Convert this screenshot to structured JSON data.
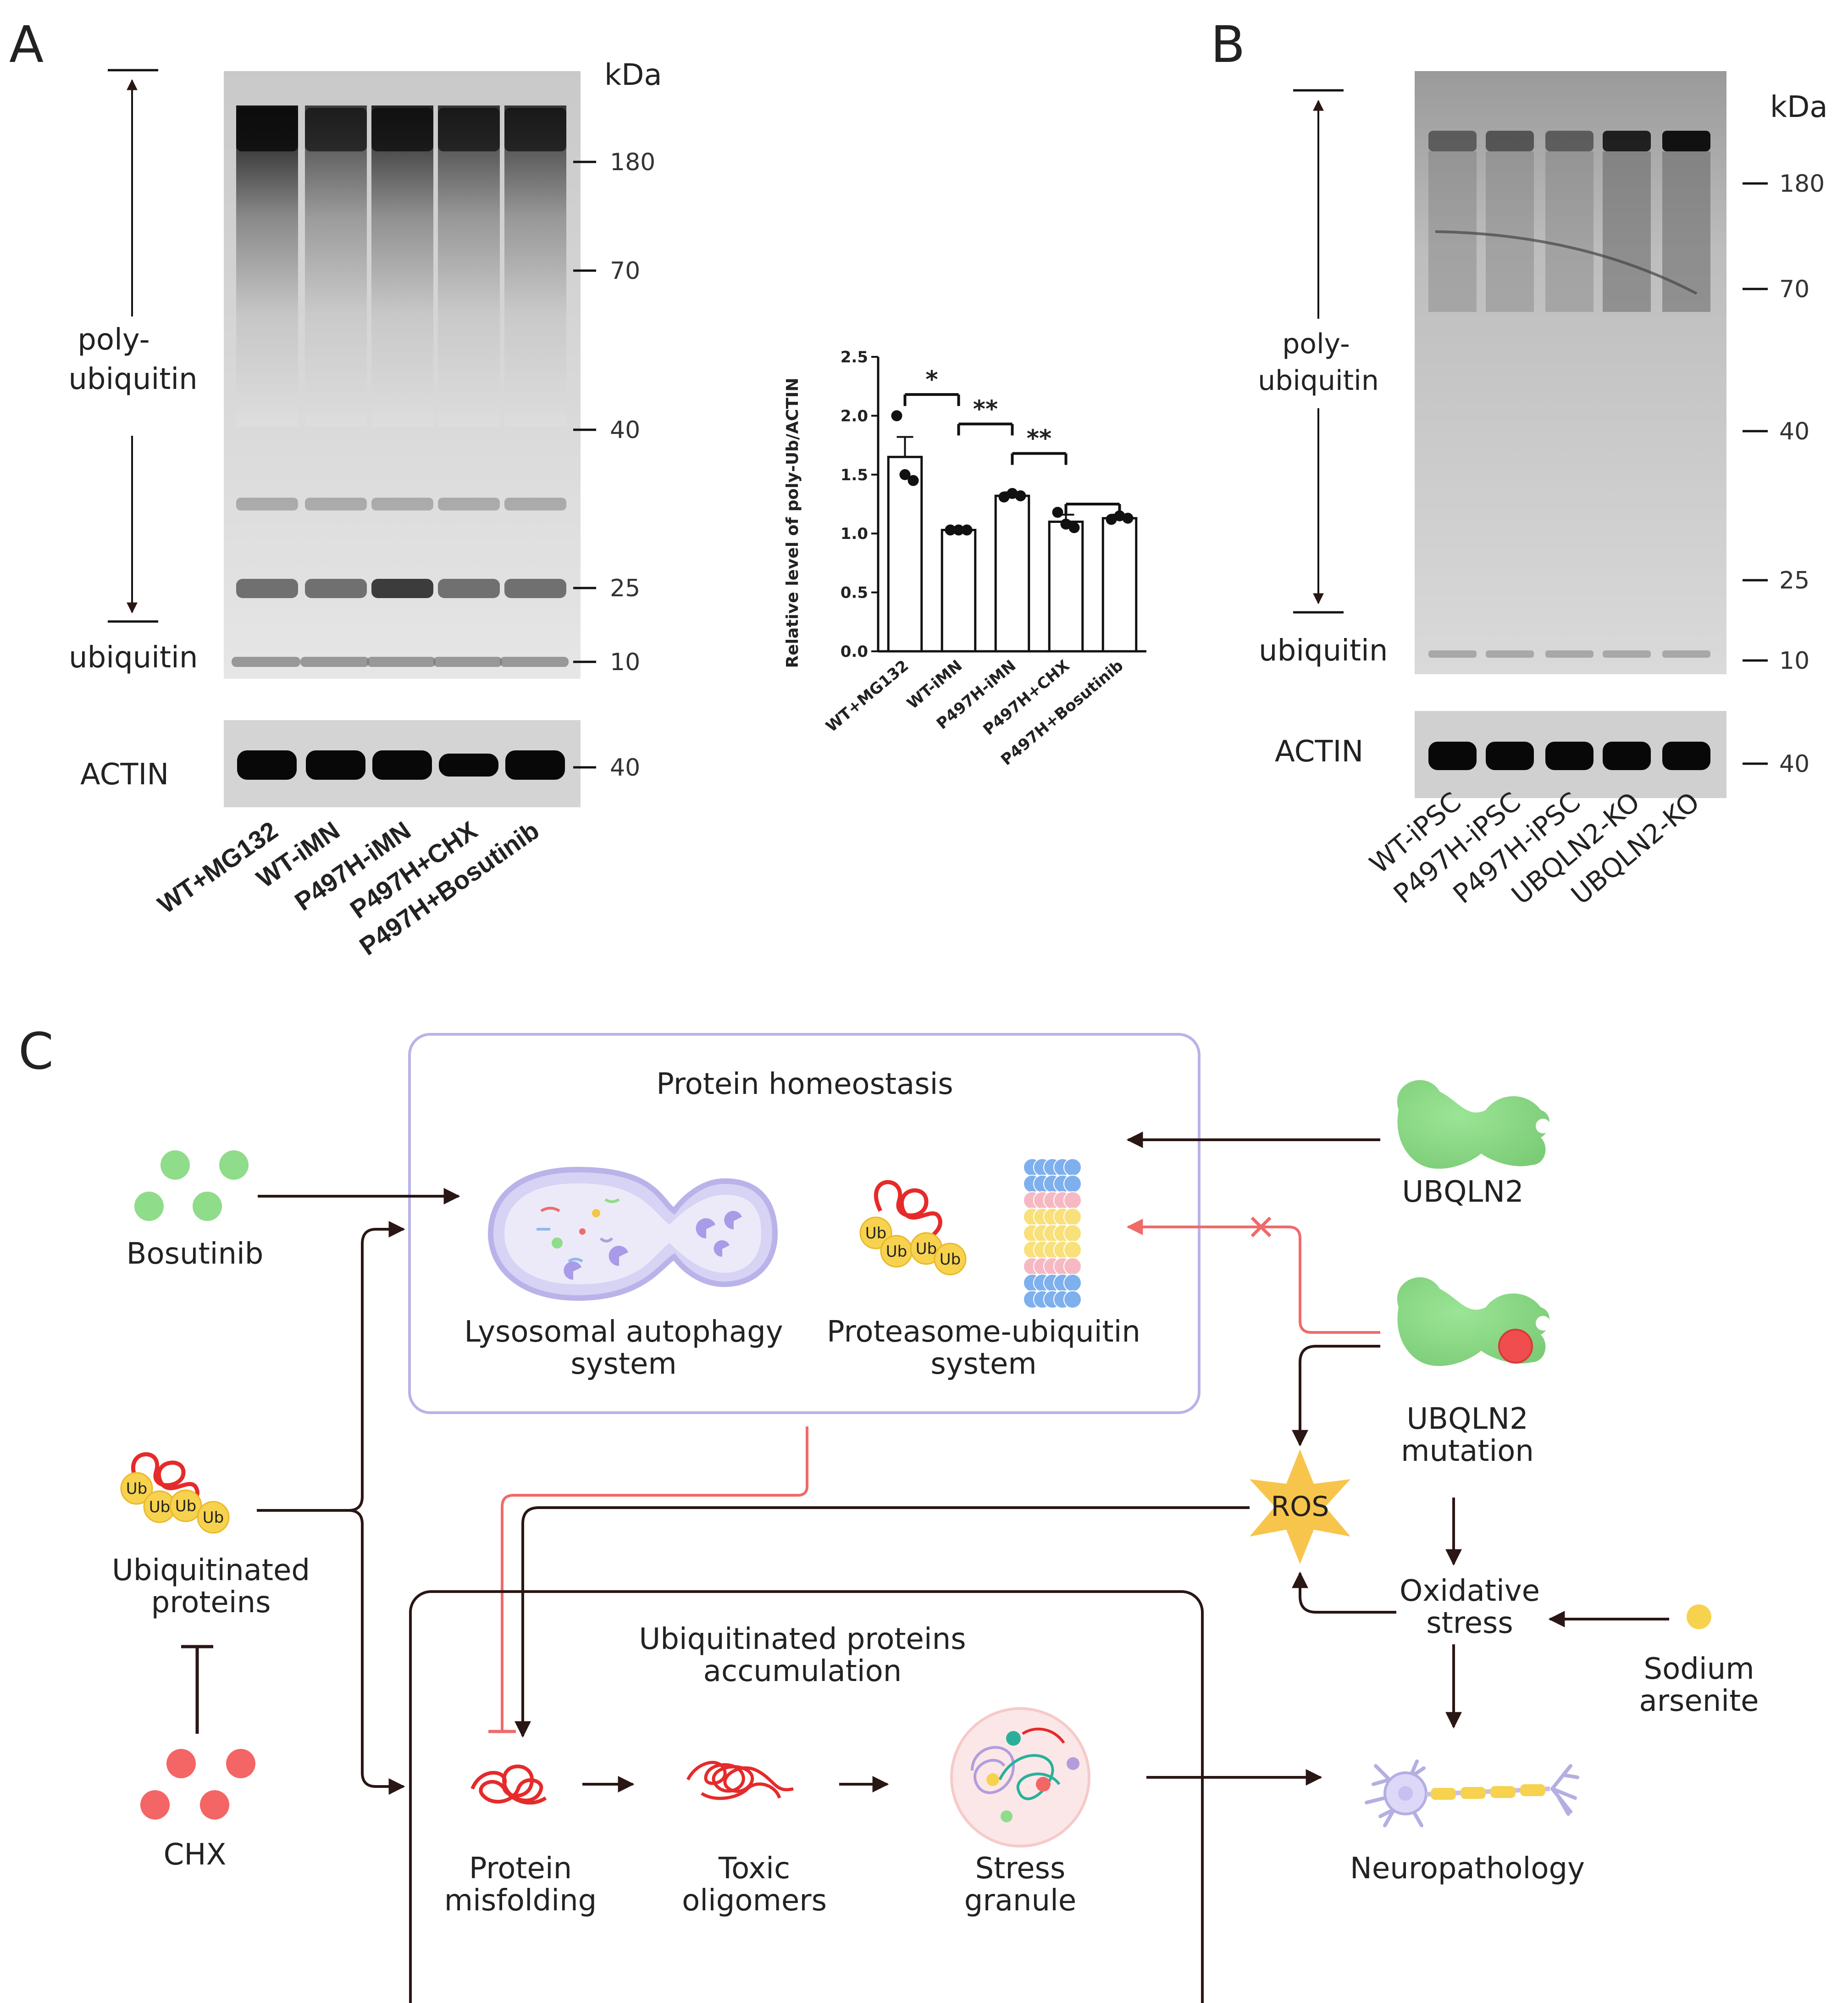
{
  "panels": {
    "a": "A",
    "b": "B",
    "c": "C"
  },
  "panel_a": {
    "kda": "kDa",
    "markers": [
      "180",
      "70",
      "40",
      "25",
      "10"
    ],
    "actin_marker": "40",
    "poly_label": [
      "poly-",
      "ubiquitin"
    ],
    "ubiquitin_label": "ubiquitin",
    "actin_label": "ACTIN",
    "lanes": [
      "WT+MG132",
      "WT-iMN",
      "P497H-iMN",
      "P497H+CHX",
      "P497H+Bosutinib"
    ]
  },
  "panel_b": {
    "kda": "kDa",
    "markers": [
      "180",
      "70",
      "40",
      "25",
      "10"
    ],
    "actin_marker": "40",
    "poly_label": [
      "poly-",
      "ubiquitin"
    ],
    "ubiquitin_label": "ubiquitin",
    "actin_label": "ACTIN",
    "lanes": [
      "WT-iPSC",
      "P497H-iPSC",
      "P497H-iPSC",
      "UBQLN2-KO",
      "UBQLN2-KO"
    ]
  },
  "chart_data": {
    "type": "bar",
    "ylabel": "Relative level of poly-Ub/ACTIN",
    "categories": [
      "WT+MG132",
      "WT-iMN",
      "P497H-iMN",
      "P497H+CHX",
      "P497H+Bosutinib"
    ],
    "values": [
      1.65,
      1.03,
      1.32,
      1.1,
      1.13
    ],
    "errors": [
      0.17,
      0.02,
      0.03,
      0.06,
      0.03
    ],
    "points": [
      [
        2.0,
        1.5,
        1.45
      ],
      [
        1.03,
        1.03,
        1.03
      ],
      [
        1.31,
        1.34,
        1.32
      ],
      [
        1.18,
        1.08,
        1.05
      ],
      [
        1.12,
        1.15,
        1.13
      ]
    ],
    "ylim": [
      0,
      2.5
    ],
    "yticks": [
      "0.0",
      "0.5",
      "1.0",
      "1.5",
      "2.0",
      "2.5"
    ],
    "significance": [
      {
        "from": 0,
        "to": 1,
        "y": 2.18,
        "label": "*"
      },
      {
        "from": 1,
        "to": 2,
        "y": 1.93,
        "label": "**"
      },
      {
        "from": 2,
        "to": 3,
        "y": 1.68,
        "label": "**"
      },
      {
        "from": 3,
        "to": 4,
        "y": 1.25,
        "label": ""
      }
    ]
  },
  "panel_c": {
    "protein_homeostasis": "Protein homeostasis",
    "lysosomal": [
      "Lysosomal autophagy",
      "system"
    ],
    "proteasome": [
      "Proteasome-ubiquitin",
      "system"
    ],
    "bosutinib": "Bosutinib",
    "ubiquitinated": [
      "Ubiquitinated",
      "proteins"
    ],
    "chx": "CHX",
    "ubqln2": "UBQLN2",
    "ubqln2_mutation": [
      "UBQLN2",
      "mutation"
    ],
    "ros": "ROS",
    "oxidative": [
      "Oxidative",
      "stress"
    ],
    "sodium": [
      "Sodium",
      "arsenite"
    ],
    "accumulation": [
      "Ubiquitinated proteins",
      "accumulation"
    ],
    "misfolding": [
      "Protein",
      "misfolding"
    ],
    "oligomers": [
      "Toxic",
      "oligomers"
    ],
    "granule": [
      "Stress",
      "granule"
    ],
    "neuropathology": "Neuropathology",
    "ub": "Ub"
  },
  "colors": {
    "arrow": "#2a1614",
    "inhibit": "#f06a6a",
    "homeostasis_box": "#b8b3e6",
    "green": "#8fdc8a",
    "red_dot": "#f46565",
    "ub_yellow": "#f7d24e",
    "ros": "#f8c54c"
  }
}
